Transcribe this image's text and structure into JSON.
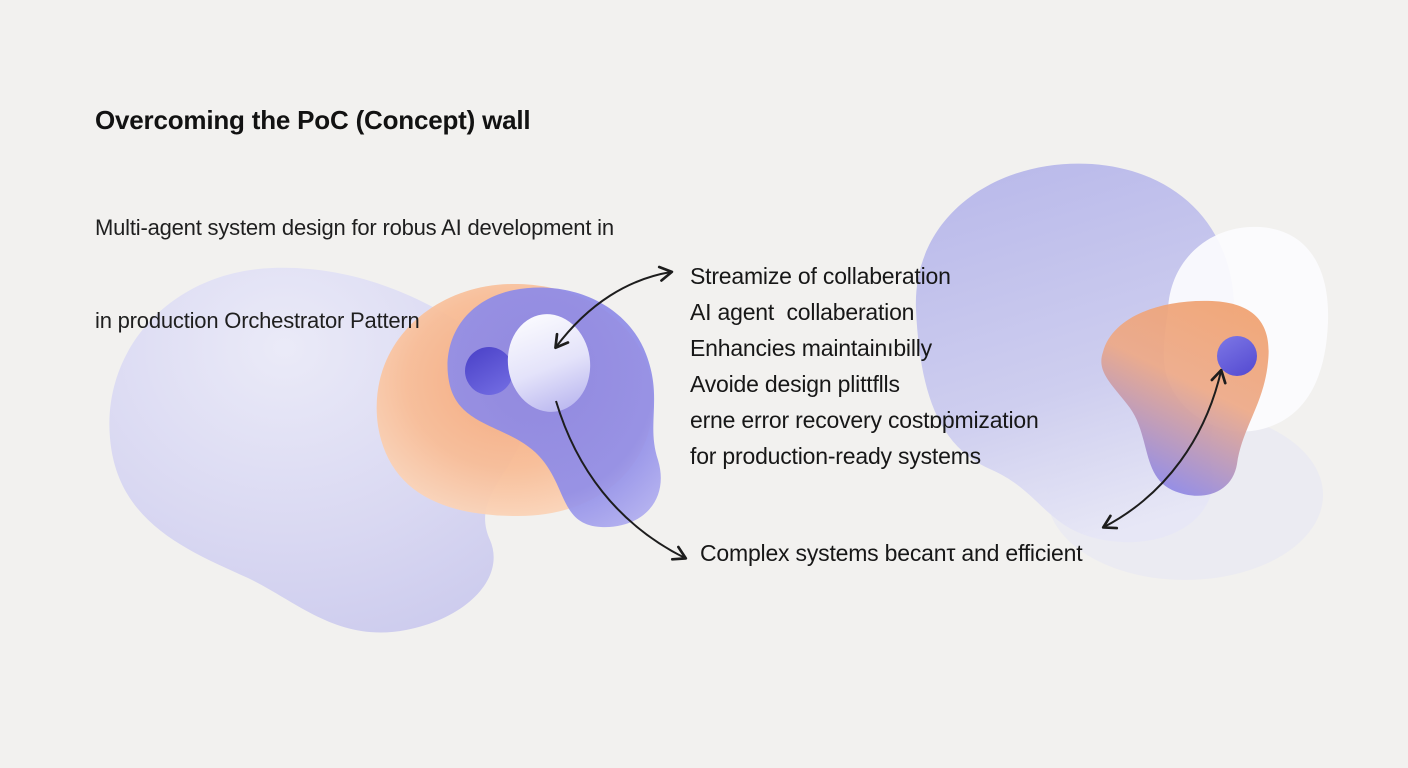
{
  "header": {
    "title": "Overcoming the PoC (Concept) wall",
    "subtitle_line1": "Multi-agent system design for robus AI development in",
    "subtitle_line2": "in production Orchestrator Pattern"
  },
  "annotations": {
    "items": [
      "Streamize of collaberation",
      "AI agent  collaberation",
      "Enhancies maintainıbilly",
      "Avoide design plittflls",
      "erne error recovery costɒṗmization",
      "for production-ready systems"
    ],
    "bottom_note": "Complex systems becanτ and efficient"
  },
  "icons": {
    "arrow_top": "curved-double-arrow",
    "arrow_bottom_left": "curved-arrow",
    "arrow_right": "curved-double-arrow"
  },
  "colors": {
    "background": "#f2f1ef",
    "text": "#171717",
    "arrow": "#1d1d1d",
    "lavender_blob_light": "#e8e8f7",
    "lavender_blob_dark": "#c9c8ed",
    "orange_blob": "#f5a97b",
    "orange_blob_edge": "#fbd7bd",
    "purple_blob": "#8b88e6",
    "purple_blob_edge": "#aeabef",
    "indigo_dot_dark": "#4c43c9",
    "indigo_dot_light": "#7a74e4",
    "egg_top": "#fafafe",
    "egg_bottom": "#bdbaf0",
    "right_blob_top": "#b7b7ea",
    "right_blob_bottom": "#e7e7f6",
    "white_blob": "#fcfcfe",
    "orange_purple_top": "#f0a271",
    "orange_purple_bottom": "#8e88e7"
  }
}
